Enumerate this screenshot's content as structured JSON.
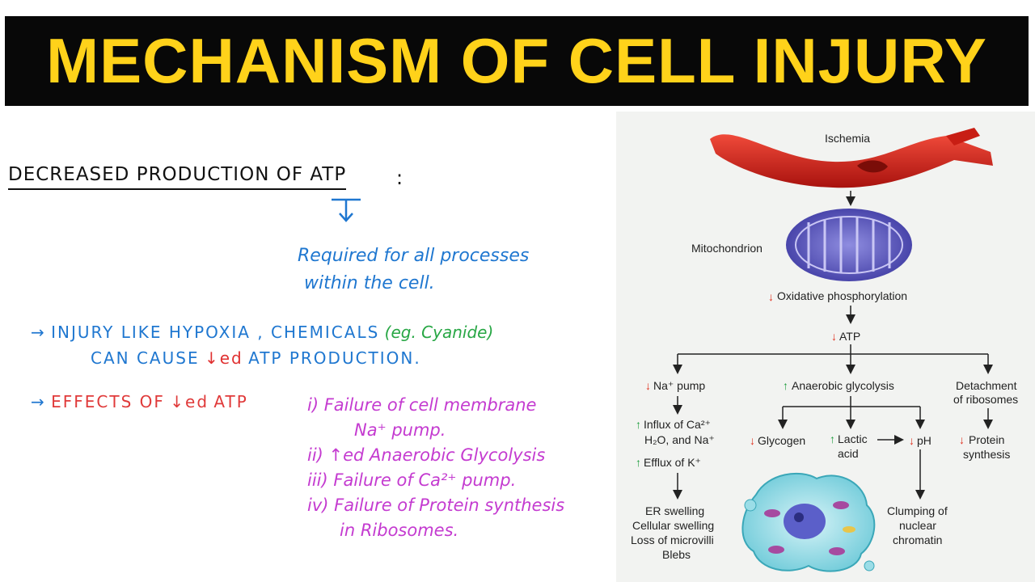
{
  "title": "MECHANISM OF CELL INJURY",
  "notes": {
    "heading": "DECREASED PRODUCTION OF ATP",
    "colon": ":",
    "required_line1": "Required for all processes",
    "required_line2": "within the cell.",
    "injury_arrow": "→",
    "injury_line1": "INJURY LIKE HYPOXIA , CHEMICALS",
    "injury_example": "(eg. Cyanide)",
    "injury_line2_a": "CAN CAUSE",
    "injury_line2_arrow": "↓ed",
    "injury_line2_b": "ATP PRODUCTION.",
    "effects_arrow": "→",
    "effects_label": "EFFECTS OF",
    "effects_arrow_word": "↓ed",
    "effects_atp": "ATP",
    "effects_list": [
      "i) Failure of cell membrane",
      "Na⁺ pump.",
      "ii) ↑ed Anaerobic Glycolysis",
      "iii) Failure of Ca²⁺ pump.",
      "iv) Failure of Protein synthesis",
      "in Ribosomes."
    ]
  },
  "diagram": {
    "ischemia": "Ischemia",
    "mitochondrion": "Mitochondrion",
    "oxphos": "Oxidative phosphorylation",
    "atp": "ATP",
    "na_pump": "Na⁺ pump",
    "anaerobic": "Anaerobic glycolysis",
    "detach1": "Detachment",
    "detach2": "of ribosomes",
    "influx1": "Influx of Ca²⁺",
    "influx2": "H₂O, and Na⁺",
    "efflux": "Efflux of K⁺",
    "glycogen": "Glycogen",
    "lactic1": "Lactic",
    "lactic2": "acid",
    "ph": "pH",
    "protein1": "Protein",
    "protein2": "synthesis",
    "er1": "ER swelling",
    "er2": "Cellular swelling",
    "er3": "Loss of microvilli",
    "er4": "Blebs",
    "clump1": "Clumping of",
    "clump2": "nuclear",
    "clump3": "chromatin"
  },
  "colors": {
    "banner_bg": "#080808",
    "banner_text": "#ffd21a",
    "blue_ink": "#1f77d0",
    "red_ink": "#e03a3a",
    "green_ink": "#28a745",
    "purple_ink": "#c43bd0",
    "down_arrow": "#e0301e",
    "up_arrow": "#1e9e3e"
  }
}
